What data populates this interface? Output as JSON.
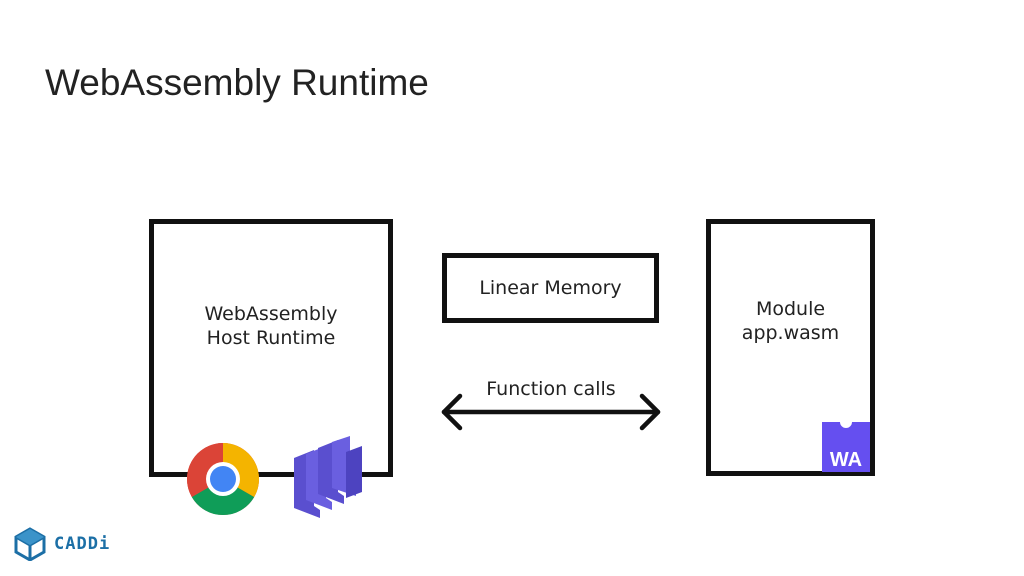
{
  "slide": {
    "title": "WebAssembly Runtime"
  },
  "diagram": {
    "host_box": {
      "lines": [
        "WebAssembly",
        "Host Runtime"
      ]
    },
    "memory_box": {
      "label": "Linear Memory"
    },
    "module_box": {
      "lines": [
        "Module",
        "app.wasm"
      ]
    },
    "arrow_label": "Function calls",
    "wa_logo_text": "WA"
  },
  "brand": {
    "name": "CADDi"
  },
  "colors": {
    "box_border": "#111111",
    "wa_purple": "#654ff0",
    "runtime_logo_purple": "#5a4fcf",
    "brand_blue": "#1c6fa6"
  },
  "icons": [
    "chrome-logo-icon",
    "host-runtime-logo-icon",
    "webassembly-logo-icon",
    "caddi-cube-icon",
    "double-arrow-icon"
  ]
}
